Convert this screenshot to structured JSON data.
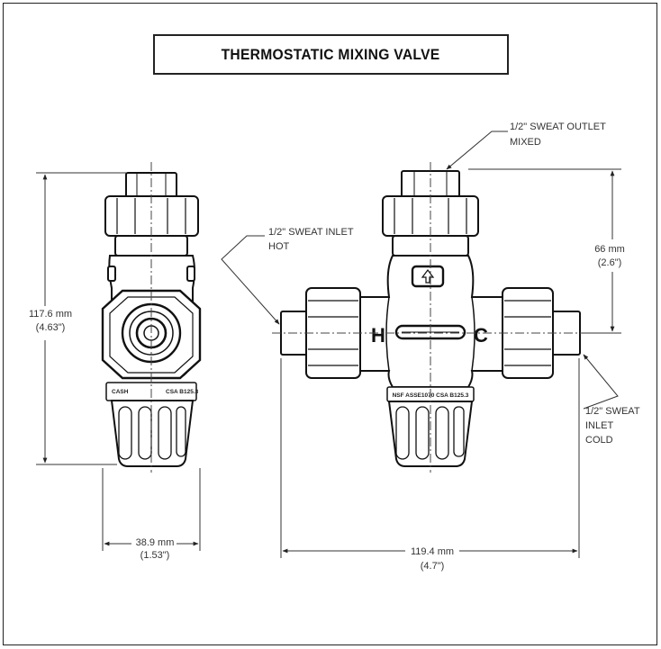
{
  "title": "THERMOSTATIC MIXING VALVE",
  "callouts": {
    "outlet_line1": "1/2\" SWEAT OUTLET",
    "outlet_line2": "MIXED",
    "hot_line1": "1/2\" SWEAT INLET",
    "hot_line2": "HOT",
    "cold_line1": "1/2\" SWEAT",
    "cold_line2": "INLET",
    "cold_line3": "COLD"
  },
  "dimensions": {
    "height_mm": "117.6 mm",
    "height_in": "(4.63\")",
    "side_width_mm": "38.9 mm",
    "side_width_in": "(1.53\")",
    "front_width_mm": "119.4 mm",
    "front_width_in": "(4.7\")",
    "outlet_offset_mm": "66 mm",
    "outlet_offset_in": "(2.6\")"
  },
  "markings": {
    "hot_letter": "H",
    "cold_letter": "C",
    "side_brand": "CASH",
    "side_code": "CSA B125.3",
    "front_stamp": "NSF ASSE1070 CSA B125.3"
  }
}
